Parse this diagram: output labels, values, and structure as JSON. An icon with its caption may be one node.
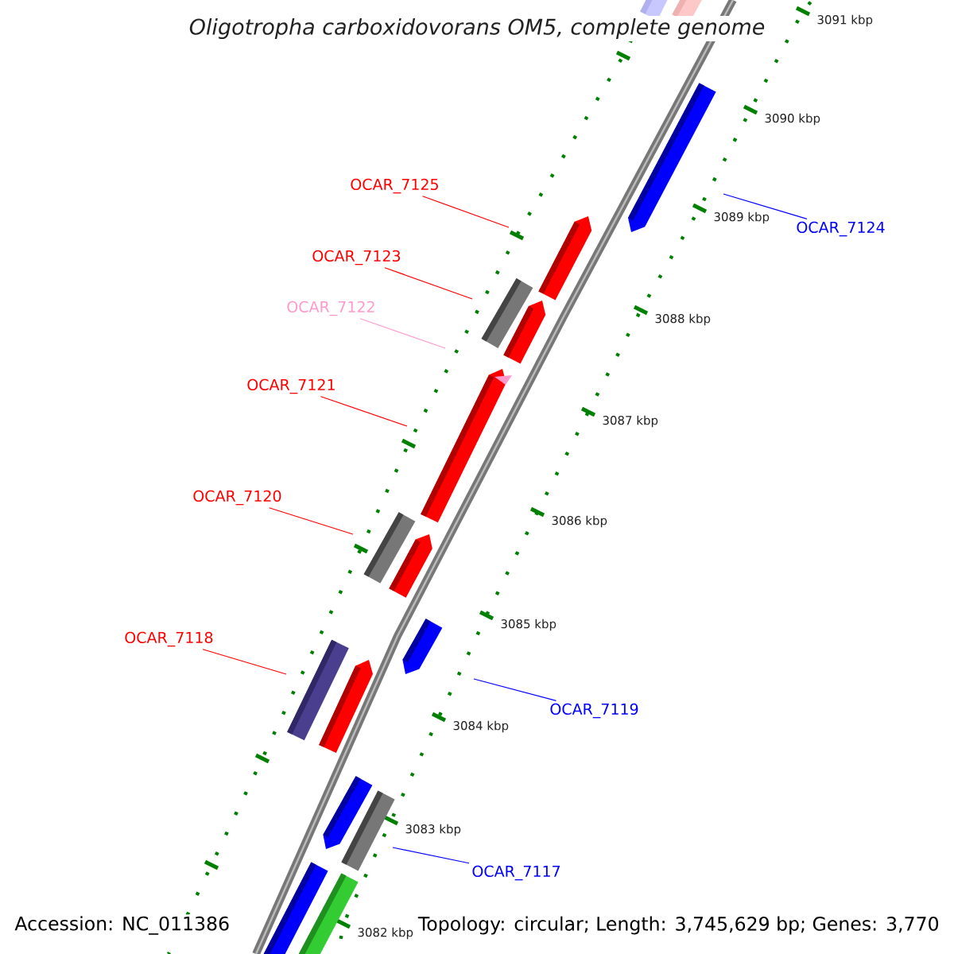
{
  "diagram": {
    "title": "Oligotropha carboxidovorans OM5, complete genome",
    "nodes": [
      {
        "text": [
          "OCAR_7125"
        ]
      },
      {
        "text": [
          "OCAR_7124"
        ]
      },
      {
        "text": [
          "OCAR_7123"
        ]
      },
      {
        "text": [
          "OCAR_7122"
        ]
      },
      {
        "text": [
          "OCAR_7121"
        ]
      },
      {
        "text": [
          "OCAR_7120"
        ]
      },
      {
        "text": [
          "OCAR_7118"
        ]
      },
      {
        "text": [
          "OCAR_7119"
        ]
      },
      {
        "text": [
          "OCAR_7117"
        ]
      }
    ],
    "edges": [
      {
        "from": 0,
        "to": null,
        "arrow": "none"
      },
      {
        "from": 1,
        "to": null,
        "arrow": "none",
        "color": "#0000ff"
      },
      {
        "from": 2,
        "to": null,
        "arrow": "none"
      },
      {
        "from": 3,
        "to": null,
        "arrow": "none",
        "color": "#ff99cc"
      },
      {
        "from": 4,
        "to": null,
        "arrow": "none"
      },
      {
        "from": 5,
        "to": null,
        "arrow": "none"
      },
      {
        "from": 6,
        "to": null,
        "arrow": "none"
      },
      {
        "from": 7,
        "to": null,
        "arrow": "none",
        "color": "#0000ff"
      },
      {
        "from": 8,
        "to": null,
        "arrow": "none",
        "color": "#0000ff"
      }
    ],
    "labels": [
      "3091 kbp",
      "3090 kbp",
      "3089 kbp",
      "3088 kbp",
      "3087 kbp",
      "3086 kbp",
      "3085 kbp",
      "3084 kbp",
      "3083 kbp",
      "3082 kbp",
      "Accession: NC_011386",
      "Topology: circular; Length: 3,745,629 bp; Genes: 3,770"
    ]
  }
}
